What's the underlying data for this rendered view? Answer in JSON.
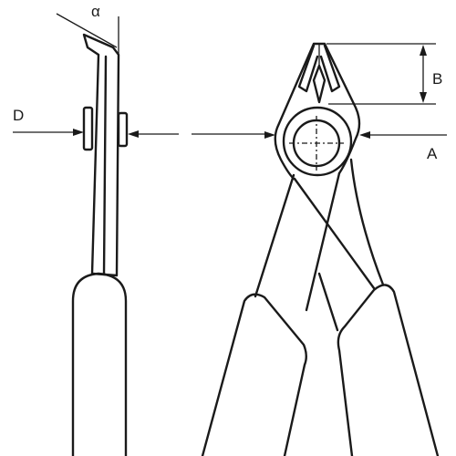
{
  "labels": {
    "alpha": "α",
    "d": "D",
    "b": "B",
    "a": "A"
  },
  "colors": {
    "line": "#1a1a1a",
    "background": "#ffffff"
  }
}
